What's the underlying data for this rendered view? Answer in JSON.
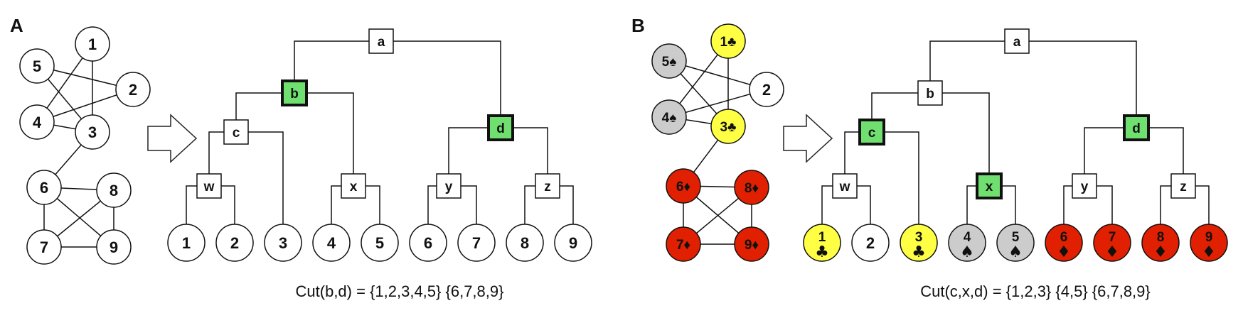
{
  "colors": {
    "green": "#6fe06f",
    "yellow": "#ffff44",
    "gray": "#cccccc",
    "red": "#e02000",
    "white": "#ffffff"
  },
  "panelA": {
    "label": "A",
    "graph_nodes": [
      "1",
      "2",
      "3",
      "4",
      "5",
      "6",
      "7",
      "8",
      "9"
    ],
    "tree_internal": [
      "a",
      "b",
      "c",
      "d",
      "w",
      "x",
      "y",
      "z"
    ],
    "leaves": [
      "1",
      "2",
      "3",
      "4",
      "5",
      "6",
      "7",
      "8",
      "9"
    ],
    "cut_nodes": [
      "b",
      "d"
    ],
    "caption": "Cut(b,d) = {1,2,3,4,5} {6,7,8,9}"
  },
  "panelB": {
    "label": "B",
    "graph_nodes": [
      {
        "label": "1",
        "suit": "club",
        "color": "yellow"
      },
      {
        "label": "2",
        "suit": "",
        "color": "white"
      },
      {
        "label": "3",
        "suit": "club",
        "color": "yellow"
      },
      {
        "label": "4",
        "suit": "spade",
        "color": "gray"
      },
      {
        "label": "5",
        "suit": "spade",
        "color": "gray"
      },
      {
        "label": "6",
        "suit": "diamond",
        "color": "red"
      },
      {
        "label": "7",
        "suit": "diamond",
        "color": "red"
      },
      {
        "label": "8",
        "suit": "diamond",
        "color": "red"
      },
      {
        "label": "9",
        "suit": "diamond",
        "color": "red"
      }
    ],
    "tree_internal": [
      "a",
      "b",
      "c",
      "d",
      "w",
      "x",
      "y",
      "z"
    ],
    "cut_nodes": [
      "c",
      "x",
      "d"
    ],
    "caption": "Cut(c,x,d) = {1,2,3} {4,5} {6,7,8,9}"
  },
  "suits": {
    "club": "♣",
    "spade": "♠",
    "diamond": "♦"
  }
}
